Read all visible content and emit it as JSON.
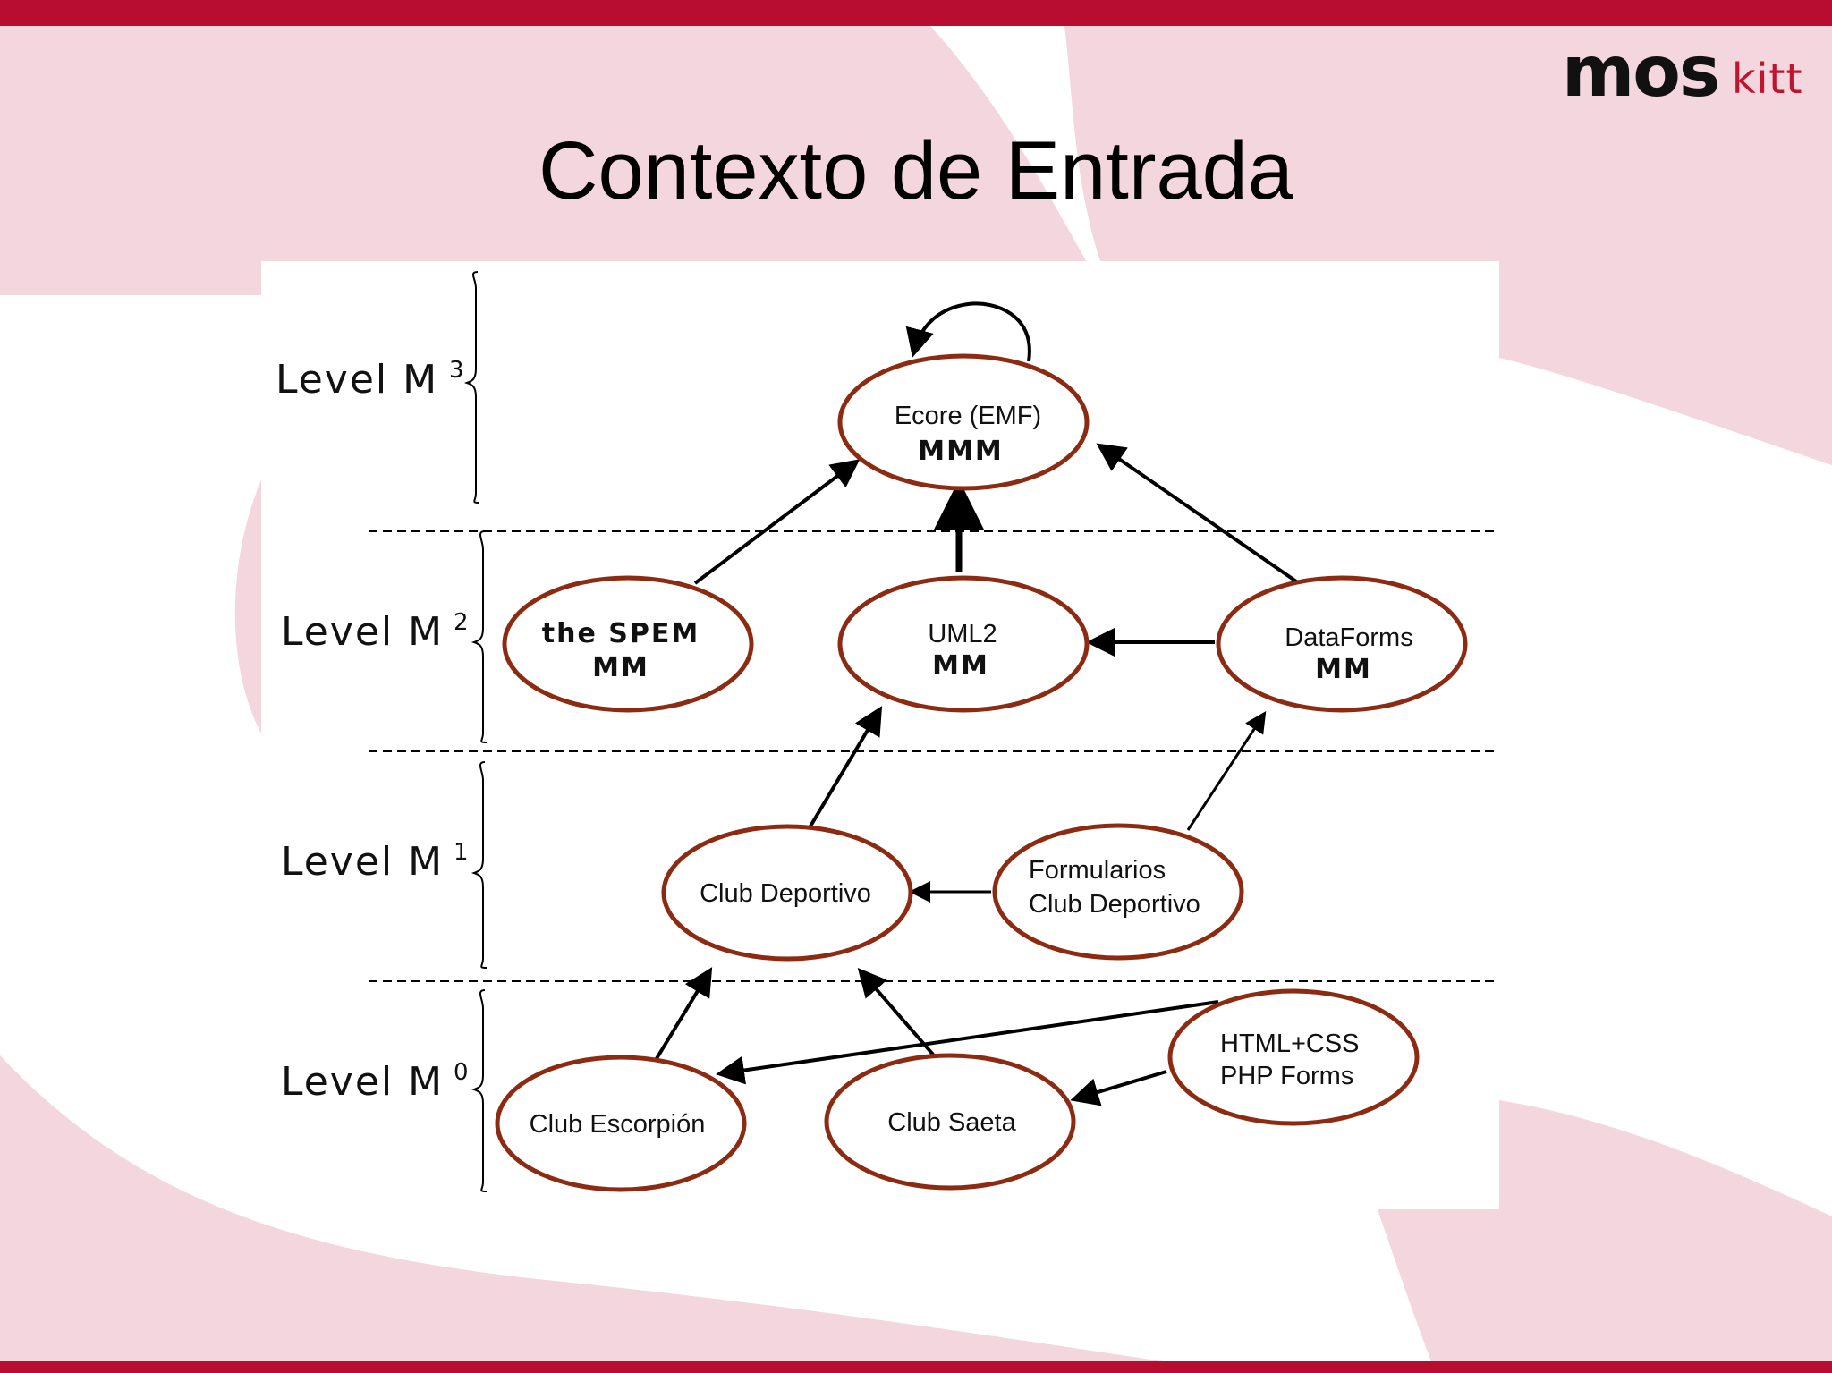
{
  "slide": {
    "title": "Contexto de Entrada",
    "logo": {
      "text": "mos",
      "suffix": "kitt"
    }
  },
  "colors": {
    "bar": "#b80c30",
    "background_shape": "#f3d6de",
    "ellipse_stroke": "#8c2a12",
    "arrow": "#000000"
  },
  "levels": [
    {
      "id": "m3",
      "prefix": "Level M",
      "sup": "3"
    },
    {
      "id": "m2",
      "prefix": "Level M",
      "sup": "2"
    },
    {
      "id": "m1",
      "prefix": "Level M",
      "sup": "1"
    },
    {
      "id": "m0",
      "prefix": "Level M",
      "sup": "0"
    }
  ],
  "nodes": {
    "ecore": {
      "line1": "Ecore (EMF)",
      "line2": "MMM"
    },
    "spem": {
      "line1": "the SPEM",
      "line2": "MM"
    },
    "uml2": {
      "line1": "UML2",
      "line2": "MM"
    },
    "dataforms": {
      "line1": "DataForms",
      "line2": "MM"
    },
    "club_deportivo": {
      "line1": "Club Deportivo"
    },
    "formularios": {
      "line1": "Formularios",
      "line2": "Club Deportivo"
    },
    "club_escorpion": {
      "line1": "Club Escorpión"
    },
    "club_saeta": {
      "line1": "Club Saeta"
    },
    "html_css": {
      "line1": "HTML+CSS",
      "line2": "PHP Forms"
    }
  },
  "edges": [
    {
      "from": "ecore",
      "to": "ecore",
      "kind": "self-loop"
    },
    {
      "from": "spem",
      "to": "ecore"
    },
    {
      "from": "uml2",
      "to": "ecore"
    },
    {
      "from": "dataforms",
      "to": "ecore"
    },
    {
      "from": "dataforms",
      "to": "uml2"
    },
    {
      "from": "club_deportivo",
      "to": "uml2"
    },
    {
      "from": "formularios",
      "to": "dataforms"
    },
    {
      "from": "formularios",
      "to": "club_deportivo"
    },
    {
      "from": "club_escorpion",
      "to": "club_deportivo"
    },
    {
      "from": "club_saeta",
      "to": "club_deportivo"
    },
    {
      "from": "html_css",
      "to": "club_escorpion"
    },
    {
      "from": "html_css",
      "to": "club_saeta"
    }
  ]
}
